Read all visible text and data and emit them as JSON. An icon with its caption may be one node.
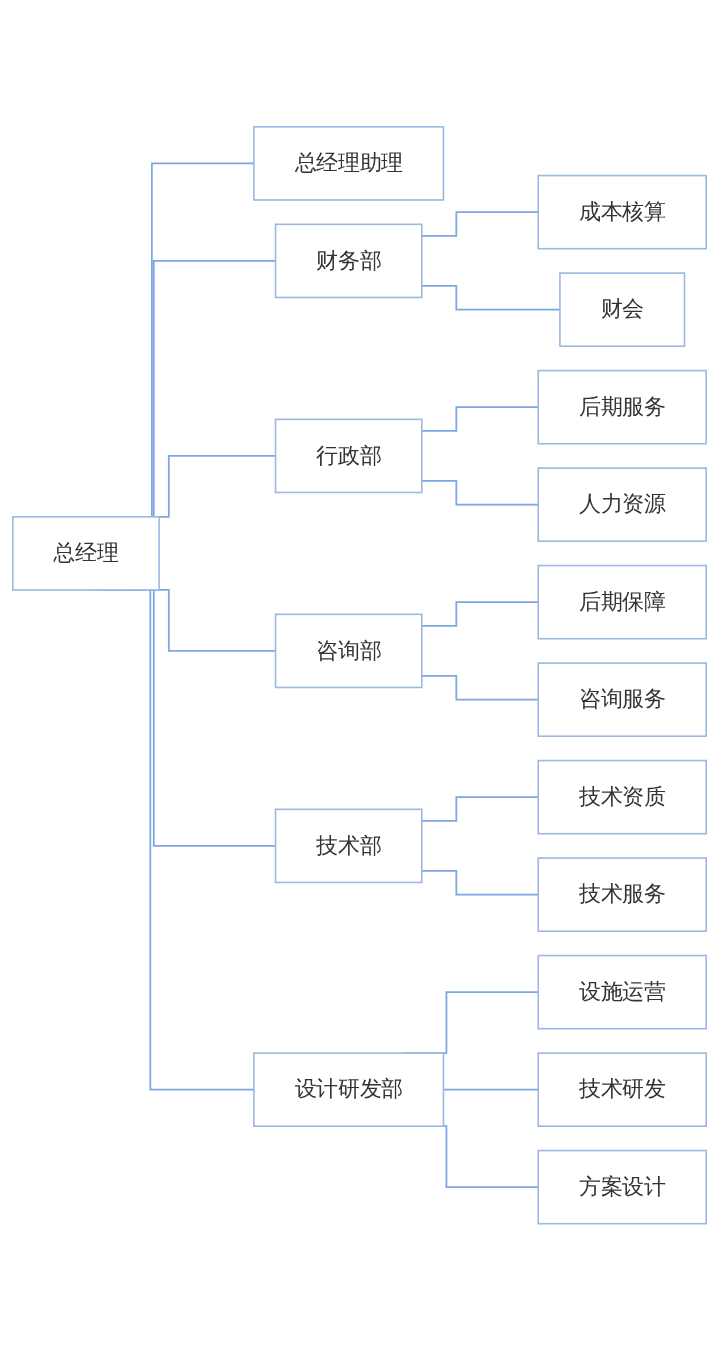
{
  "diagram": {
    "nodes": [
      {
        "text": [
          "总经理"
        ]
      },
      {
        "text": [
          "总经理助理"
        ]
      },
      {
        "text": [
          "财务部"
        ]
      },
      {
        "text": [
          "行政部"
        ]
      },
      {
        "text": [
          "咨询部"
        ]
      },
      {
        "text": [
          "技术部"
        ]
      },
      {
        "text": [
          "设计研发部"
        ]
      },
      {
        "text": [
          "成本核算"
        ]
      },
      {
        "text": [
          "财会"
        ]
      },
      {
        "text": [
          "后期服务"
        ]
      },
      {
        "text": [
          "人力资源"
        ]
      },
      {
        "text": [
          "后期保障"
        ]
      },
      {
        "text": [
          "咨询服务"
        ]
      },
      {
        "text": [
          "技术资质"
        ]
      },
      {
        "text": [
          "技术服务"
        ]
      },
      {
        "text": [
          "设施运营"
        ]
      },
      {
        "text": [
          "技术研发"
        ]
      },
      {
        "text": [
          "方案设计"
        ]
      }
    ],
    "edges": [
      {
        "from": 0,
        "to": 1,
        "arrow": "none"
      },
      {
        "from": 0,
        "to": 2,
        "arrow": "none"
      },
      {
        "from": 0,
        "to": 3,
        "arrow": "none"
      },
      {
        "from": 0,
        "to": 4,
        "arrow": "none"
      },
      {
        "from": 0,
        "to": 5,
        "arrow": "none"
      },
      {
        "from": 0,
        "to": 6,
        "arrow": "none"
      },
      {
        "from": 2,
        "to": 7,
        "arrow": "none"
      },
      {
        "from": 2,
        "to": 8,
        "arrow": "none"
      },
      {
        "from": 3,
        "to": 9,
        "arrow": "none"
      },
      {
        "from": 3,
        "to": 10,
        "arrow": "none"
      },
      {
        "from": 4,
        "to": 11,
        "arrow": "none"
      },
      {
        "from": 4,
        "to": 12,
        "arrow": "none"
      },
      {
        "from": 5,
        "to": 13,
        "arrow": "none"
      },
      {
        "from": 5,
        "to": 14,
        "arrow": "none"
      },
      {
        "from": 6,
        "to": 15,
        "arrow": "none"
      },
      {
        "from": 6,
        "to": 16,
        "arrow": "none"
      },
      {
        "from": 6,
        "to": 17,
        "arrow": "none"
      }
    ]
  }
}
